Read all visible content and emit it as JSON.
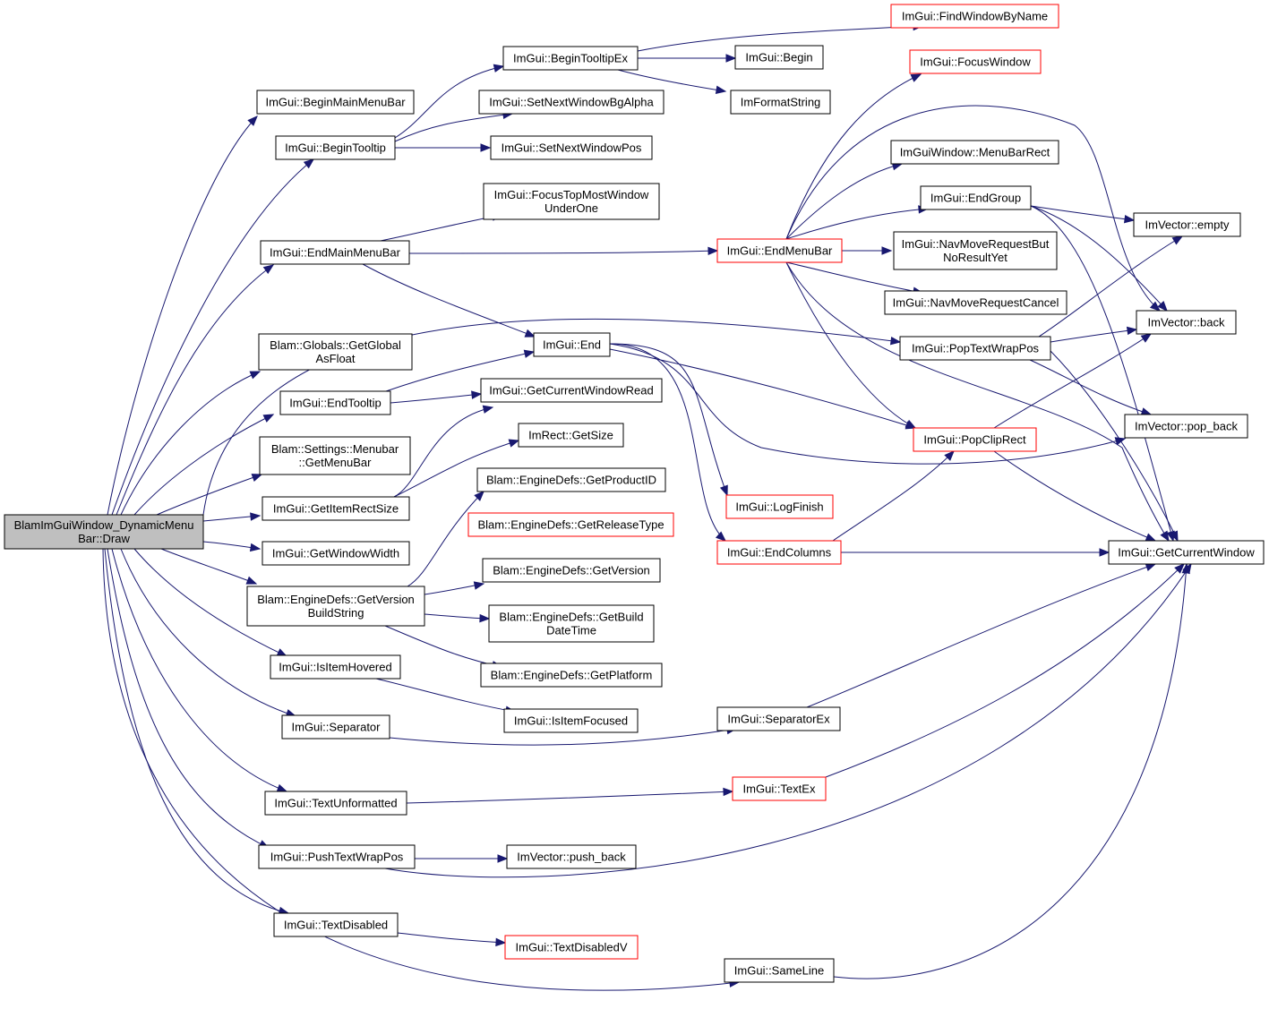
{
  "graph": {
    "edge_color": "#191970",
    "highlight_border_color": "#ff0000",
    "root_fill": "#bfbfbf",
    "nodes": [
      {
        "id": "root",
        "lines": [
          "BlamImGuiWindow_DynamicMenu",
          "Bar::Draw"
        ],
        "style": "root"
      },
      {
        "id": "BeginMainMenuBar",
        "lines": [
          "ImGui::BeginMainMenuBar"
        ]
      },
      {
        "id": "BeginTooltip",
        "lines": [
          "ImGui::BeginTooltip"
        ]
      },
      {
        "id": "EndMainMenuBar",
        "lines": [
          "ImGui::EndMainMenuBar"
        ]
      },
      {
        "id": "GetGlobalAsFloat",
        "lines": [
          "Blam::Globals::GetGlobal",
          "AsFloat"
        ]
      },
      {
        "id": "EndTooltip",
        "lines": [
          "ImGui::EndTooltip"
        ]
      },
      {
        "id": "GetMenuBar",
        "lines": [
          "Blam::Settings::Menubar",
          "::GetMenuBar"
        ]
      },
      {
        "id": "GetItemRectSize",
        "lines": [
          "ImGui::GetItemRectSize"
        ]
      },
      {
        "id": "GetWindowWidth",
        "lines": [
          "ImGui::GetWindowWidth"
        ]
      },
      {
        "id": "GetVersionBuildString",
        "lines": [
          "Blam::EngineDefs::GetVersion",
          "BuildString"
        ]
      },
      {
        "id": "IsItemHovered",
        "lines": [
          "ImGui::IsItemHovered"
        ]
      },
      {
        "id": "Separator",
        "lines": [
          "ImGui::Separator"
        ]
      },
      {
        "id": "TextUnformatted",
        "lines": [
          "ImGui::TextUnformatted"
        ]
      },
      {
        "id": "PushTextWrapPos",
        "lines": [
          "ImGui::PushTextWrapPos"
        ]
      },
      {
        "id": "TextDisabled",
        "lines": [
          "ImGui::TextDisabled"
        ]
      },
      {
        "id": "BeginTooltipEx",
        "lines": [
          "ImGui::BeginTooltipEx"
        ]
      },
      {
        "id": "SetNextWindowBgAlpha",
        "lines": [
          "ImGui::SetNextWindowBgAlpha"
        ]
      },
      {
        "id": "SetNextWindowPos",
        "lines": [
          "ImGui::SetNextWindowPos"
        ]
      },
      {
        "id": "FocusTopMostWindowUnderOne",
        "lines": [
          "ImGui::FocusTopMostWindow",
          "UnderOne"
        ]
      },
      {
        "id": "End",
        "lines": [
          "ImGui::End"
        ]
      },
      {
        "id": "GetCurrentWindowRead",
        "lines": [
          "ImGui::GetCurrentWindowRead"
        ]
      },
      {
        "id": "RectGetSize",
        "lines": [
          "ImRect::GetSize"
        ]
      },
      {
        "id": "GetProductID",
        "lines": [
          "Blam::EngineDefs::GetProductID"
        ]
      },
      {
        "id": "GetReleaseType",
        "lines": [
          "Blam::EngineDefs::GetReleaseType"
        ],
        "style": "red"
      },
      {
        "id": "GetVersion",
        "lines": [
          "Blam::EngineDefs::GetVersion"
        ]
      },
      {
        "id": "GetBuildDateTime",
        "lines": [
          "Blam::EngineDefs::GetBuild",
          "DateTime"
        ]
      },
      {
        "id": "GetPlatform",
        "lines": [
          "Blam::EngineDefs::GetPlatform"
        ]
      },
      {
        "id": "IsItemFocused",
        "lines": [
          "ImGui::IsItemFocused"
        ]
      },
      {
        "id": "PushBack",
        "lines": [
          "ImVector::push_back"
        ]
      },
      {
        "id": "TextDisabledV",
        "lines": [
          "ImGui::TextDisabledV"
        ],
        "style": "red"
      },
      {
        "id": "SameLine",
        "lines": [
          "ImGui::SameLine"
        ]
      },
      {
        "id": "FindWindowByName",
        "lines": [
          "ImGui::FindWindowByName"
        ],
        "style": "red"
      },
      {
        "id": "Begin",
        "lines": [
          "ImGui::Begin"
        ]
      },
      {
        "id": "ImFormatString",
        "lines": [
          "ImFormatString"
        ]
      },
      {
        "id": "FocusWindow",
        "lines": [
          "ImGui::FocusWindow"
        ],
        "style": "red"
      },
      {
        "id": "MenuBarRect",
        "lines": [
          "ImGuiWindow::MenuBarRect"
        ]
      },
      {
        "id": "EndGroup",
        "lines": [
          "ImGui::EndGroup"
        ]
      },
      {
        "id": "EndMenuBar",
        "lines": [
          "ImGui::EndMenuBar"
        ],
        "style": "red"
      },
      {
        "id": "NavMoveRequestButNoResultYet",
        "lines": [
          "ImGui::NavMoveRequestBut",
          "NoResultYet"
        ]
      },
      {
        "id": "NavMoveRequestCancel",
        "lines": [
          "ImGui::NavMoveRequestCancel"
        ]
      },
      {
        "id": "PopTextWrapPos",
        "lines": [
          "ImGui::PopTextWrapPos"
        ]
      },
      {
        "id": "PopClipRect",
        "lines": [
          "ImGui::PopClipRect"
        ],
        "style": "red"
      },
      {
        "id": "LogFinish",
        "lines": [
          "ImGui::LogFinish"
        ],
        "style": "red"
      },
      {
        "id": "EndColumns",
        "lines": [
          "ImGui::EndColumns"
        ],
        "style": "red"
      },
      {
        "id": "SeparatorEx",
        "lines": [
          "ImGui::SeparatorEx"
        ]
      },
      {
        "id": "TextEx",
        "lines": [
          "ImGui::TextEx"
        ],
        "style": "red"
      },
      {
        "id": "VecEmpty",
        "lines": [
          "ImVector::empty"
        ]
      },
      {
        "id": "VecBack",
        "lines": [
          "ImVector::back"
        ]
      },
      {
        "id": "VecPopBack",
        "lines": [
          "ImVector::pop_back"
        ]
      },
      {
        "id": "GetCurrentWindow",
        "lines": [
          "ImGui::GetCurrentWindow"
        ]
      }
    ]
  }
}
